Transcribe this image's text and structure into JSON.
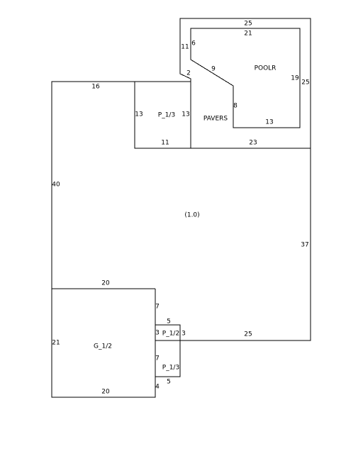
{
  "sketch": {
    "line_color": "#000000",
    "background": "#ffffff",
    "areas": {
      "main_house": "(1.0)",
      "pavers": "PAVERS",
      "pool": "POOLR",
      "patio_upper": "P_1/3",
      "garage": "G_1/2",
      "porch_mid": "P_1/2",
      "porch_low": "P_1/3"
    },
    "dimensions": {
      "house_top": "16",
      "house_left": "40",
      "house_right": "37",
      "house_bottom": "25",
      "patio_left": "13",
      "patio_right": "13",
      "patio_bottom": "11",
      "pavers_top": "25",
      "pavers_left_upper": "11",
      "pavers_notch": "2",
      "pavers_right": "25",
      "pavers_bottom": "23",
      "pool_top": "21",
      "pool_left": "6",
      "pool_diagonal": "9",
      "pool_step": "8",
      "pool_bottom": "13",
      "pool_right": "19",
      "garage_top": "20",
      "garage_left": "21",
      "garage_bottom": "20",
      "garage_right_upper": "7",
      "garage_right_mid": "3",
      "garage_right_lower": "7",
      "garage_right_bottom": "4",
      "porch_mid_top": "5",
      "porch_mid_right": "3",
      "porch_low_bottom": "5"
    }
  }
}
